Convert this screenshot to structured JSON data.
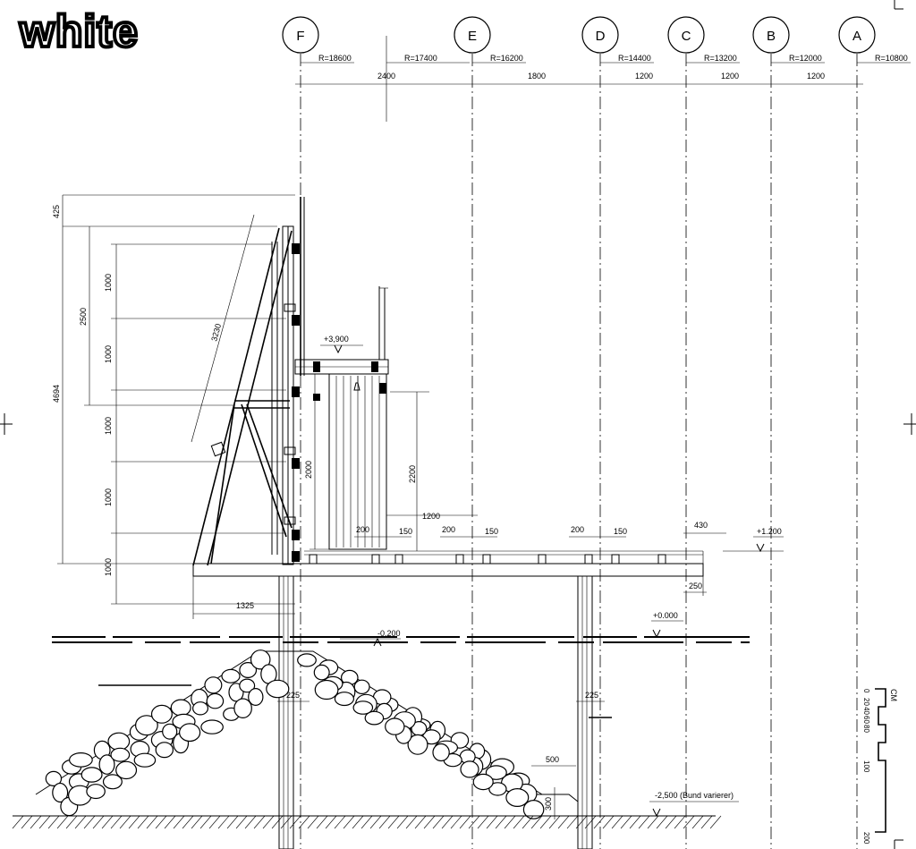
{
  "logo": {
    "text": "white"
  },
  "grid_axes": [
    {
      "id": "F",
      "radius": "R=18600"
    },
    {
      "id": "E",
      "radius": "R=16200"
    },
    {
      "id": "D",
      "radius": "R=14400"
    },
    {
      "id": "C",
      "radius": "R=13200"
    },
    {
      "id": "B",
      "radius": "R=12000"
    },
    {
      "id": "A",
      "radius": "R=10800"
    }
  ],
  "extra_radius": "R=17400",
  "spacing_dims": [
    "2400",
    "1800",
    "1200",
    "1200",
    "1200"
  ],
  "vertical_dims": {
    "top": "425",
    "total": "4694",
    "upper": "2500",
    "steps": [
      "1000",
      "1000",
      "1000",
      "1000",
      "1000"
    ],
    "diagonal": "3230",
    "door": "2000",
    "opening": "2200"
  },
  "horizontal_dims": {
    "overhang": "1325",
    "deck_width": "1200",
    "beam_a": "200",
    "beam_b": "150",
    "beam_c": "200",
    "beam_d": "150",
    "beam_e": "200",
    "beam_f": "150",
    "edge": "430",
    "edge_low": "250",
    "pile_left": "225",
    "pile_right": "225",
    "toe_width": "500",
    "toe_height": "300"
  },
  "levels": {
    "top": "+3,900",
    "deck": "+1.200",
    "zero": "+0.000",
    "water": "-0.200",
    "bottom": "-2,500 (Bund varierer)"
  },
  "scale_bar": {
    "unit": "CM",
    "ticks": [
      "0",
      "20",
      "40",
      "60",
      "80",
      "100",
      "200"
    ]
  }
}
